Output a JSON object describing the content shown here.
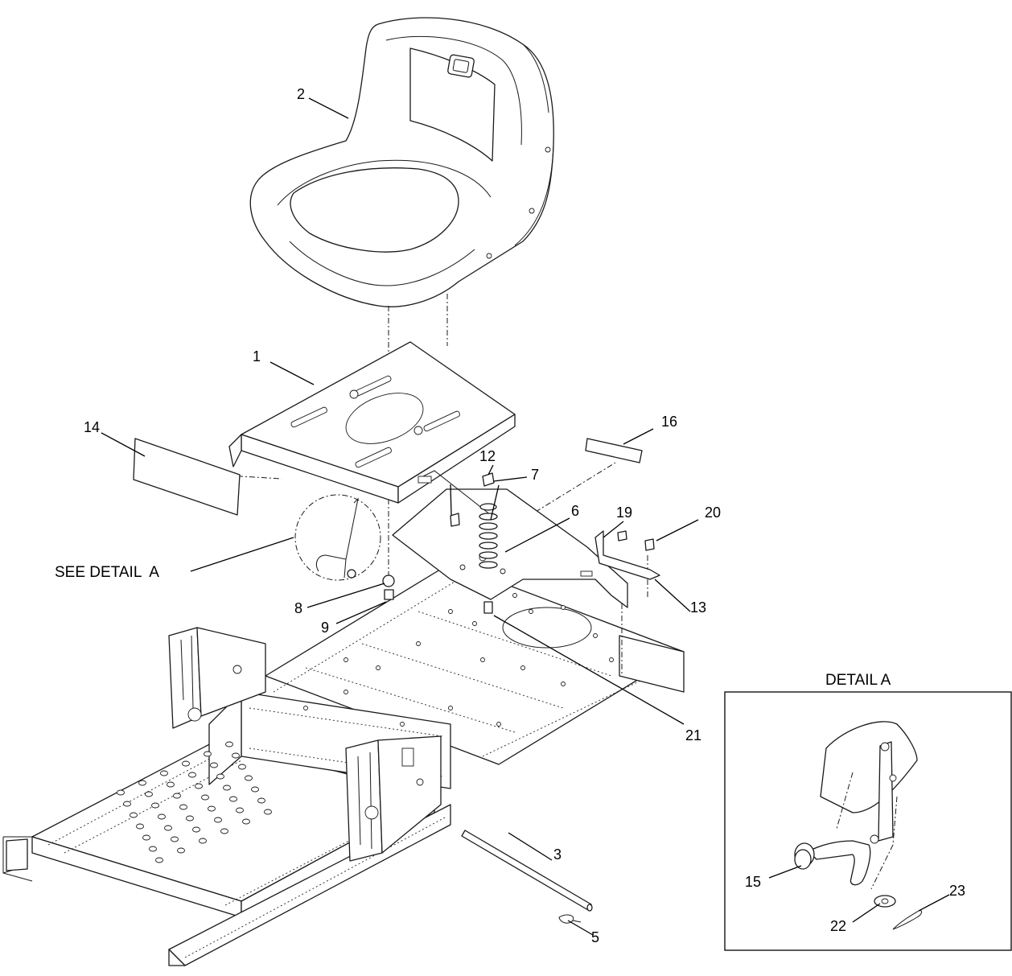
{
  "callouts": {
    "c1": "1",
    "c2": "2",
    "c3": "3",
    "c5": "5",
    "c6": "6",
    "c7": "7",
    "c8": "8",
    "c9": "9",
    "c12": "12",
    "c13": "13",
    "c14": "14",
    "c15": "15",
    "c16": "16",
    "c19": "19",
    "c20": "20",
    "c21": "21",
    "c22": "22",
    "c23": "23"
  },
  "labels": {
    "see_detail": "SEE DETAIL  A",
    "detail_title": "DETAIL A"
  }
}
